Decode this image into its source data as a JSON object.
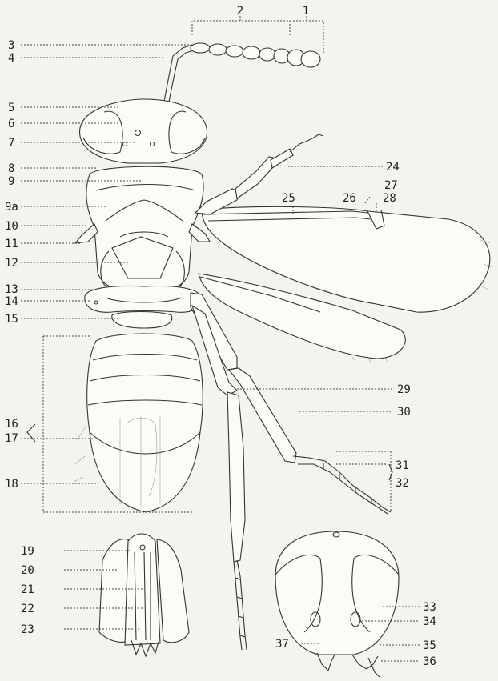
{
  "labels": {
    "l1": "1",
    "l2": "2",
    "l3": "3",
    "l4": "4",
    "l5": "5",
    "l6": "6",
    "l7": "7",
    "l8": "8",
    "l9": "9",
    "l9a": "9a",
    "l10": "10",
    "l11": "11",
    "l12": "12",
    "l13": "13",
    "l14": "14",
    "l15": "15",
    "l16": "16",
    "l17": "17",
    "l18": "18",
    "l19": "19",
    "l20": "20",
    "l21": "21",
    "l22": "22",
    "l23": "23",
    "l24": "24",
    "l25": "25",
    "l26": "26",
    "l27": "27",
    "l28": "28",
    "l29": "29",
    "l30": "30",
    "l31": "31",
    "l32": "32",
    "l33": "33",
    "l34": "34",
    "l35": "35",
    "l36": "36",
    "l37": "37"
  },
  "colors": {
    "ink": "#333333",
    "paper": "#f4f3ef"
  }
}
